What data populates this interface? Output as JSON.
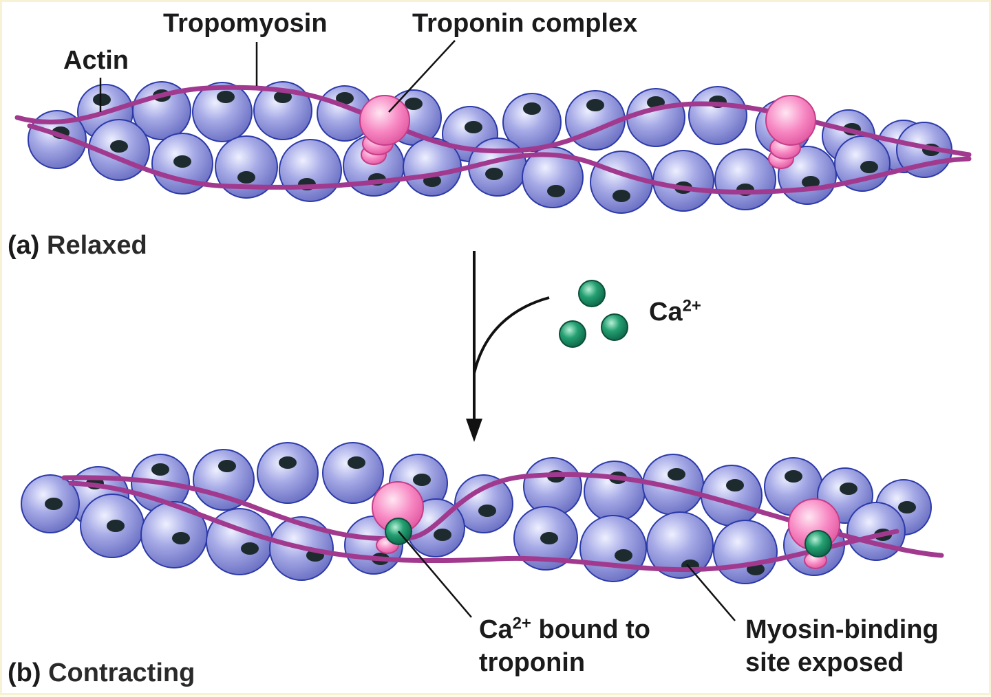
{
  "labels": {
    "actin": "Actin",
    "tropomyosin": "Tropomyosin",
    "troponin_complex": "Troponin complex",
    "ca_base": "Ca",
    "ca_charge": "2+",
    "ca_bound_line1_after": " bound to",
    "ca_bound_line2": "troponin",
    "myosin_line1": "Myosin-binding",
    "myosin_line2": "site exposed"
  },
  "panels": {
    "a_tag": "(a)",
    "a_name": "Relaxed",
    "b_tag": "(b)",
    "b_name": "Contracting"
  },
  "colors": {
    "actin": "#8c90d6",
    "actin_outline": "#2c3aa8",
    "binding_site": "#1e2b2e",
    "tropomyosin": "#a13a8e",
    "troponin": "#f37dbb",
    "calcium": "#1a8a63"
  }
}
